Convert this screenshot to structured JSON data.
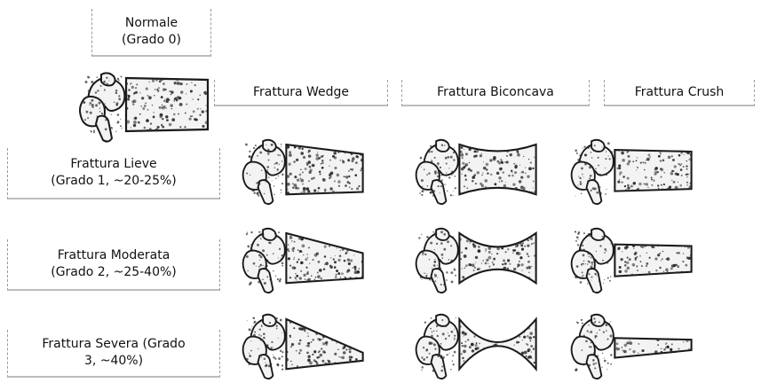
{
  "normal": {
    "line1": "Normale",
    "line2": "(Grado 0)"
  },
  "columns": [
    {
      "label": "Frattura Wedge"
    },
    {
      "label": "Frattura Biconcava"
    },
    {
      "label": "Frattura Crush"
    }
  ],
  "rows": [
    {
      "line1": "Frattura Lieve",
      "line2": "(Grado 1, ~20-25%)",
      "grade": 1
    },
    {
      "line1": "Frattura Moderata",
      "line2": "(Grado 2, ~25-40%)",
      "grade": 2
    },
    {
      "line1": "Frattura Severa (Grado",
      "line2": "3, ~40%)",
      "grade": 3
    }
  ],
  "colors": {
    "bone_fill": "#f3f3f3",
    "bone_stroke": "#1a1a1a",
    "speckle": "#2a2a2a"
  }
}
